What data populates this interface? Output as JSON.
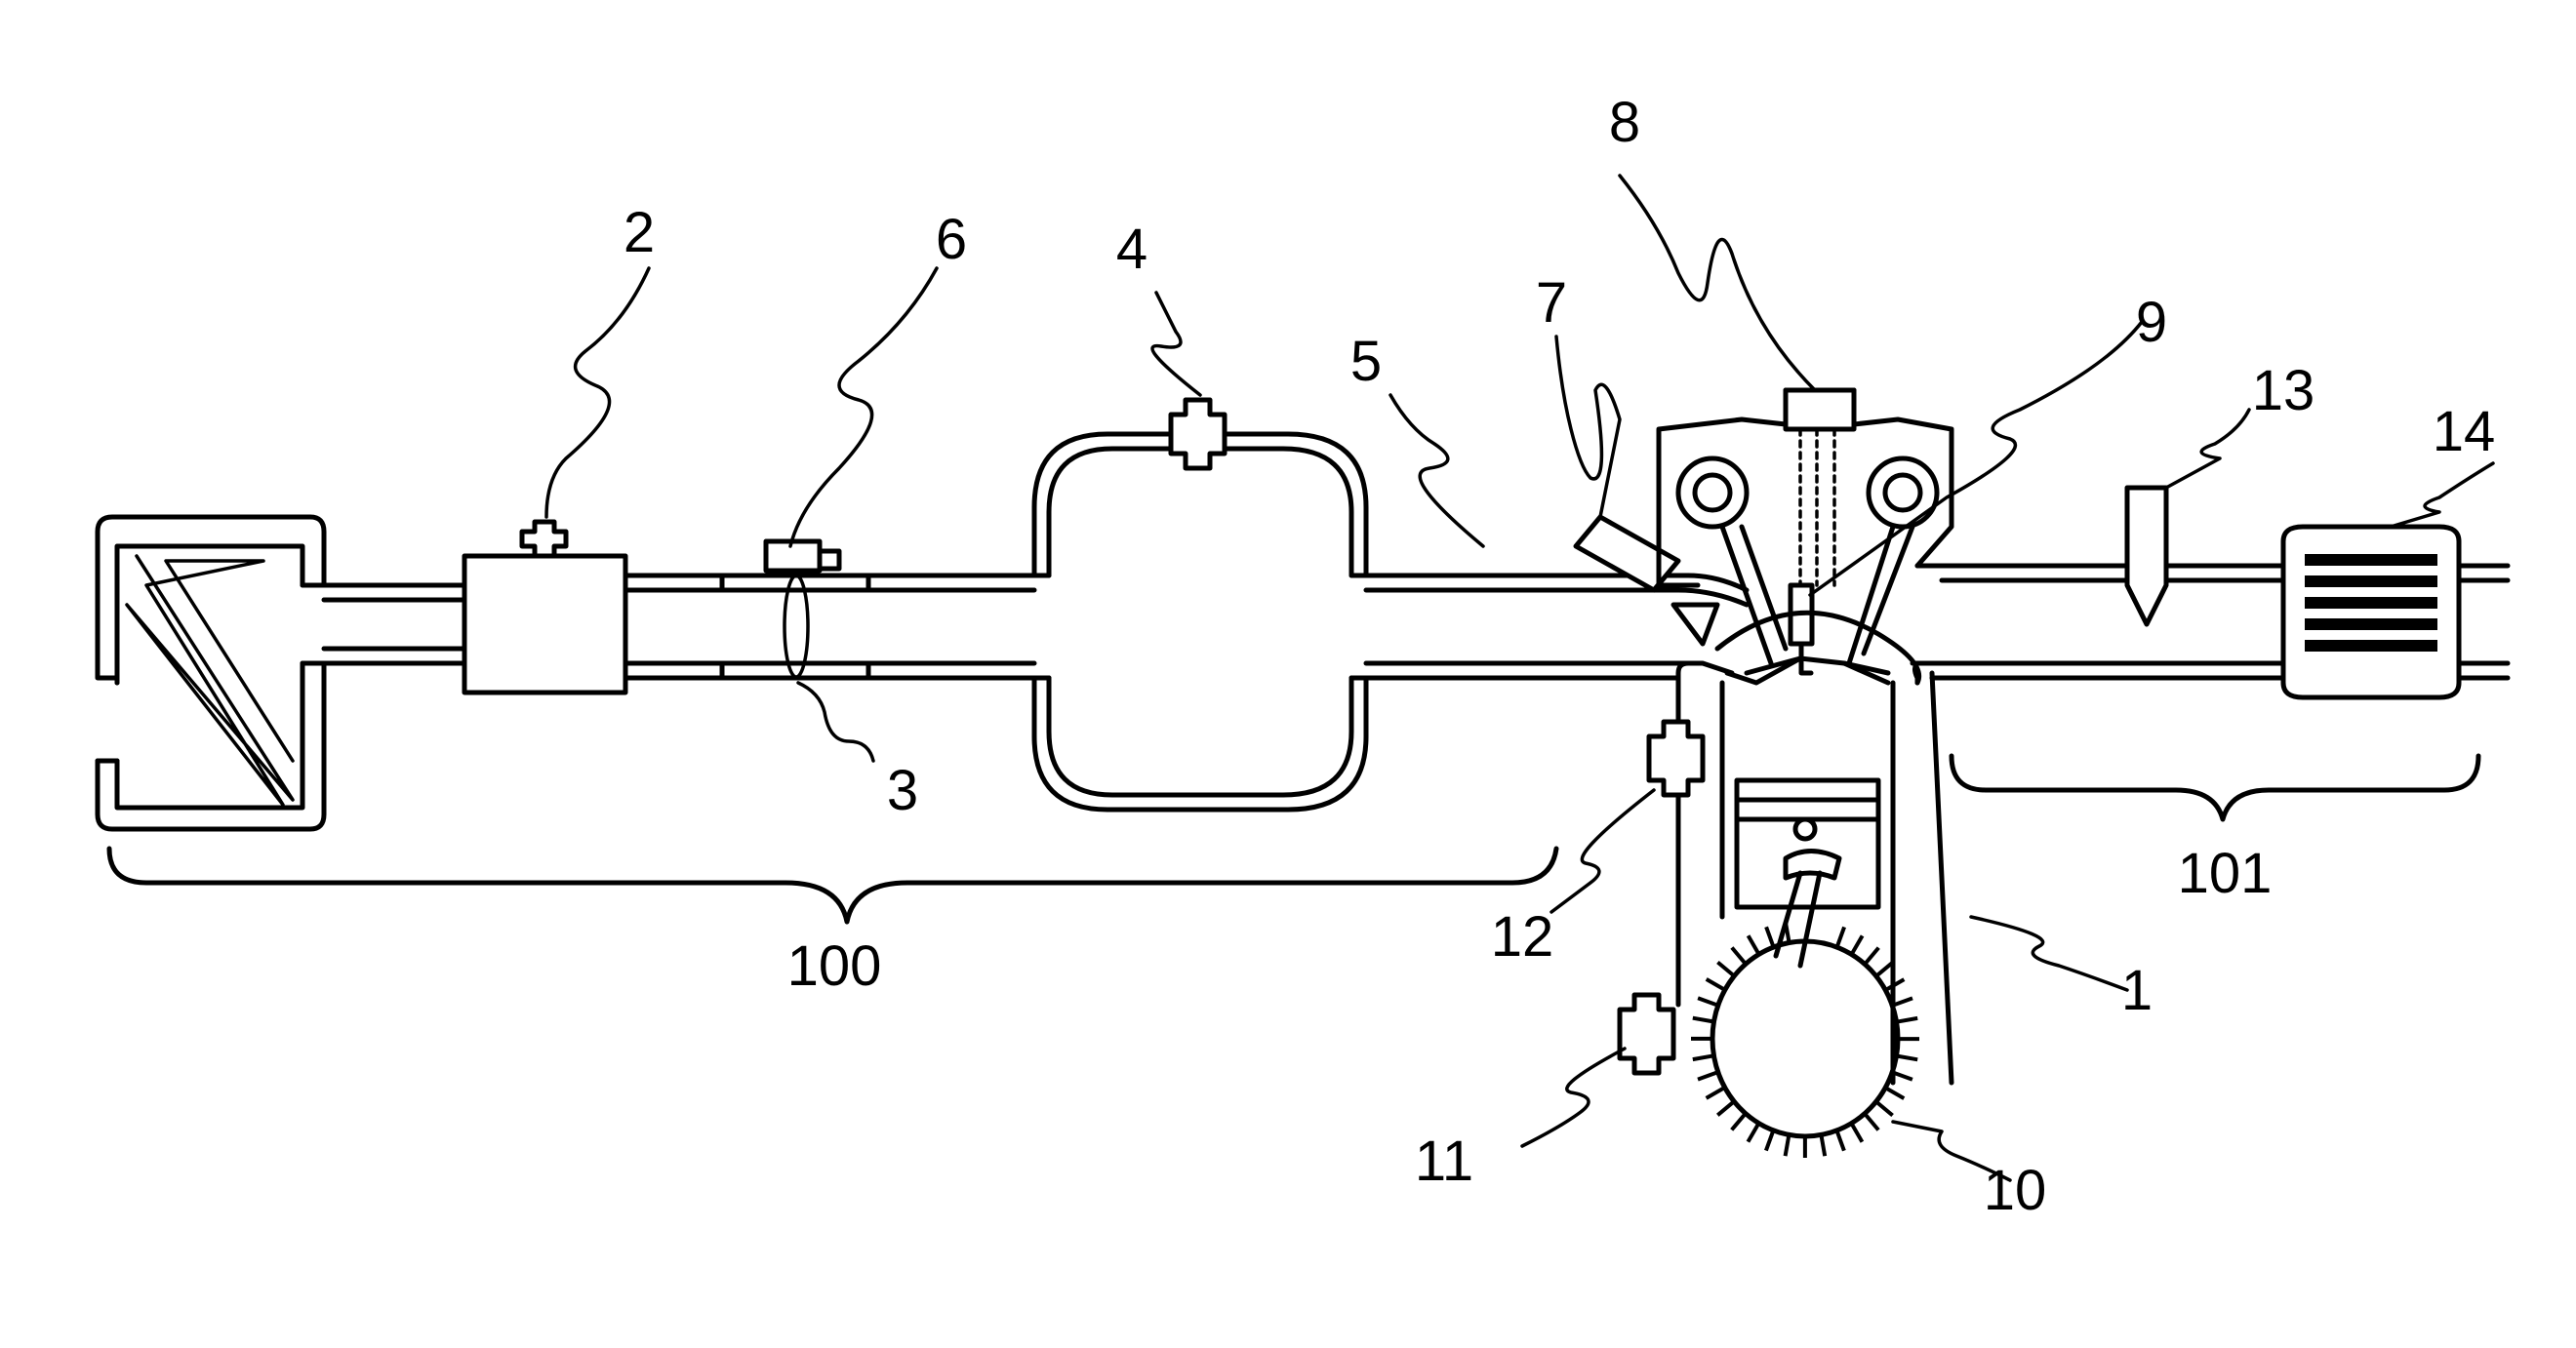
{
  "figure": {
    "labels": {
      "l1": "1",
      "l2": "2",
      "l3": "3",
      "l4": "4",
      "l5": "5",
      "l6": "6",
      "l7": "7",
      "l8": "8",
      "l9": "9",
      "l10": "10",
      "l11": "11",
      "l12": "12",
      "l13": "13",
      "l14": "14",
      "l100": "100",
      "l101": "101"
    }
  }
}
